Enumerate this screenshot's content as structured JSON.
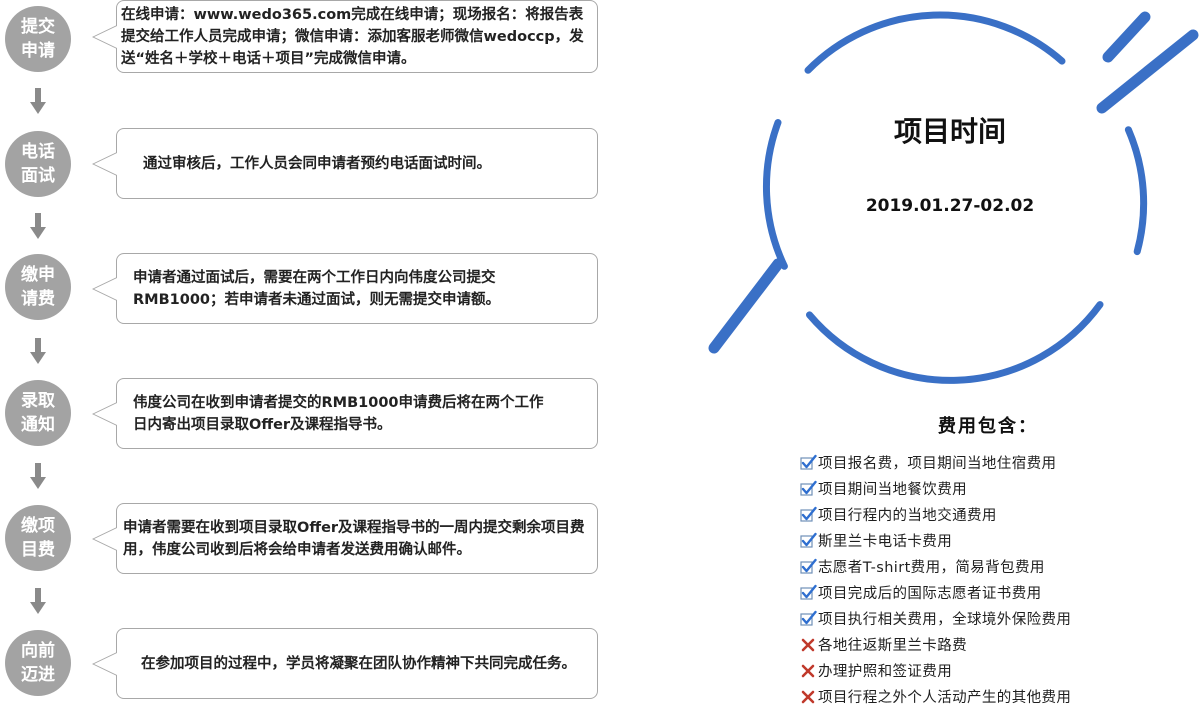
{
  "steps": [
    {
      "label": "提交申请",
      "desc": "在线申请：www.wedo365.com完成在线申请；现场报名：将报告表提交给工作人员完成申请；微信申请：添加客服老师微信wedoccp，发送“姓名＋学校＋电话＋项目”完成微信申请。"
    },
    {
      "label": "电话面试",
      "desc": "通过审核后，工作人员会同申请者预约电话面试时间。"
    },
    {
      "label": "缴申请费",
      "desc": "申请者通过面试后，需要在两个工作日内向伟度公司提交RMB1000；若申请者未通过面试，则无需提交申请额。"
    },
    {
      "label": "录取通知",
      "desc": "伟度公司在收到申请者提交的RMB1000申请费后将在两个工作日内寄出项目录取Offer及课程指导书。"
    },
    {
      "label": "缴项目费",
      "desc": "申请者需要在收到项目录取Offer及课程指导书的一周内提交剩余项目费用，伟度公司收到后将会给申请者发送费用确认邮件。"
    },
    {
      "label": "向前迈进",
      "desc": "在参加项目的过程中，学员将凝聚在团队协作精神下共同完成任务。"
    }
  ],
  "project_time": {
    "title": "项目时间",
    "date": "2019.01.27-02.02"
  },
  "fees": {
    "heading": "费用包含：",
    "items": [
      {
        "text": "项目报名费，项目期间当地住宿费用",
        "included": true
      },
      {
        "text": "项目期间当地餐饮费用",
        "included": true
      },
      {
        "text": "项目行程内的当地交通费用",
        "included": true
      },
      {
        "text": "斯里兰卡电话卡费用",
        "included": true
      },
      {
        "text": "志愿者T-shirt费用，简易背包费用",
        "included": true
      },
      {
        "text": "项目完成后的国际志愿者证书费用",
        "included": true
      },
      {
        "text": "项目执行相关费用，全球境外保险费用",
        "included": true
      },
      {
        "text": "各地往返斯里兰卡路费",
        "included": false
      },
      {
        "text": "办理护照和签证费用",
        "included": false
      },
      {
        "text": "项目行程之外个人活动产生的其他费用",
        "included": false
      }
    ]
  },
  "colors": {
    "accent_blue": "#3a70c6",
    "circle_gray": "#a3a3a3",
    "check_blue": "#2f6fd0",
    "cross_red": "#c0392b"
  }
}
